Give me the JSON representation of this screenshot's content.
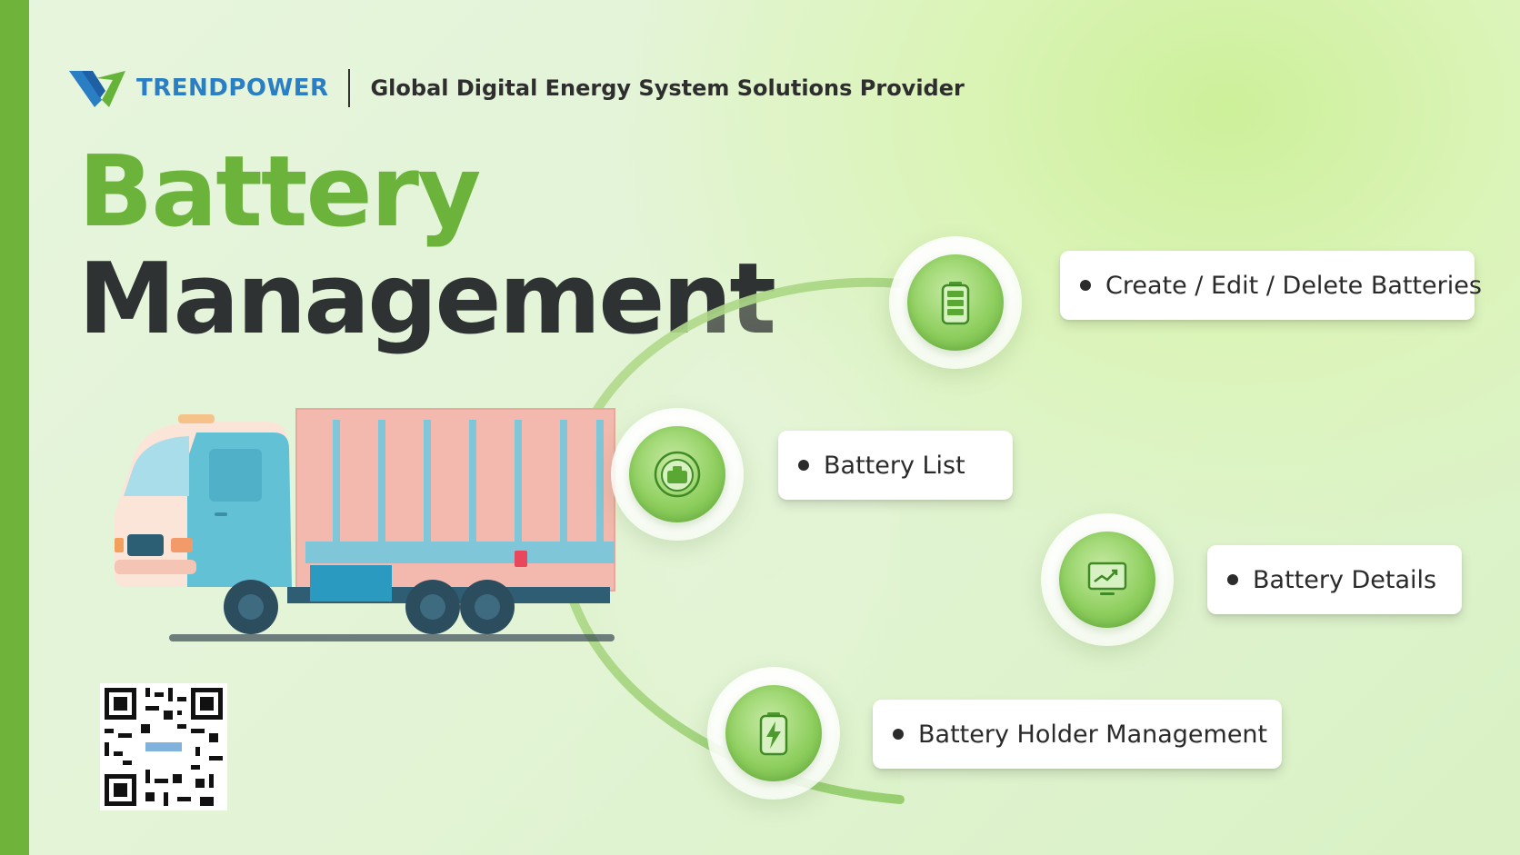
{
  "header": {
    "brand": "TRENDPOWER",
    "tagline": "Global Digital Energy System Solutions Provider"
  },
  "title": {
    "line1": "Battery",
    "line2": "Management"
  },
  "features": [
    {
      "label": "Create / Edit / Delete Batteries",
      "icon": "battery-icon"
    },
    {
      "label": "Battery List",
      "icon": "battery-list-icon"
    },
    {
      "label": "Battery Details",
      "icon": "monitor-chart-icon"
    },
    {
      "label": "Battery Holder Management",
      "icon": "battery-charging-icon"
    }
  ],
  "colors": {
    "accent_green": "#6cb33c",
    "brand_blue": "#2a7ec4",
    "title_dark": "#2f3233"
  }
}
